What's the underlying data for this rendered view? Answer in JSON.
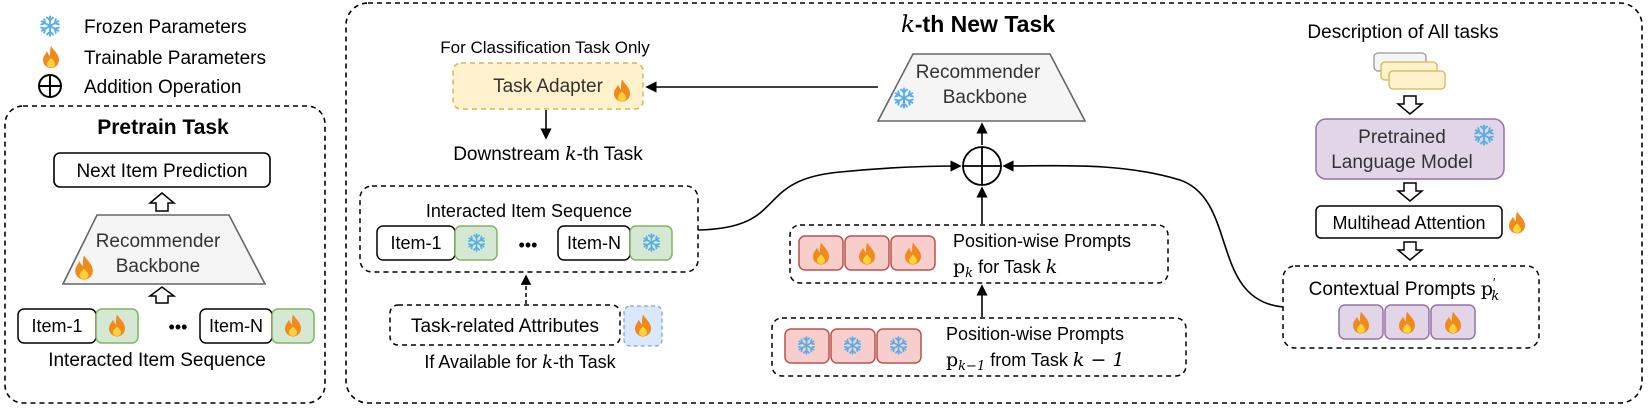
{
  "legend": {
    "frozen": "Frozen Parameters",
    "trainable": "Trainable Parameters",
    "addition": "Addition Operation"
  },
  "pretrain": {
    "title": "Pretrain Task",
    "next_item": "Next Item Prediction",
    "backbone_line1": "Recommender",
    "backbone_line2": "Backbone",
    "item1": "Item-1",
    "itemN": "Item-N",
    "ellipsis": "•••",
    "sequence_label": "Interacted Item Sequence"
  },
  "new_task": {
    "title_var": "k",
    "title_rest": "-th New Task",
    "classification_note": "For Classification Task Only",
    "task_adapter": "Task Adapter",
    "downstream_pre": "Downstream ",
    "downstream_var": "k",
    "downstream_post": "-th Task",
    "backbone_line1": "Recommender",
    "backbone_line2": "Backbone",
    "interacted_label": "Interacted Item Sequence",
    "item1": "Item-1",
    "itemN": "Item-N",
    "ellipsis": "•••",
    "task_attr": "Task-related Attributes",
    "if_available_pre": "If Available for ",
    "if_available_var": "k",
    "if_available_post": "-th Task",
    "pos_prompts_k_line1": "Position-wise Prompts",
    "pos_prompts_k_sym": "p",
    "pos_prompts_k_sub": "k",
    "pos_prompts_k_text": "  for Task ",
    "pos_prompts_k_var": "k",
    "pos_prompts_prev_line1": "Position-wise Prompts",
    "pos_prompts_prev_sym": "p",
    "pos_prompts_prev_sub": "k−1",
    "pos_prompts_prev_text": "  from Task ",
    "pos_prompts_prev_var": "k − 1",
    "description": "Description of All tasks",
    "plm_line1": "Pretrained",
    "plm_line2": "Language Model",
    "mha": "Multihead Attention",
    "contextual_pre": "Contextual Prompts ",
    "contextual_sym": "p",
    "contextual_sup": "′",
    "contextual_sub": "k"
  },
  "colors": {
    "frozen_icon": "#5aaee6",
    "trainable_icon": "#f08a1c",
    "item_green_fill": "#d5e8d4",
    "item_green_stroke": "#82b366",
    "prompt_red_fill": "#f8cecc",
    "prompt_red_stroke": "#b85450",
    "purple_fill": "#e1d5e7",
    "purple_stroke": "#9673a6",
    "adapter_fill": "#fff2cc",
    "adapter_stroke": "#d6b656",
    "backbone_fill": "#f5f5f5",
    "attr_fill": "#dae8fc"
  },
  "icons": [
    "snowflake-icon",
    "flame-icon",
    "circled-plus-icon"
  ]
}
